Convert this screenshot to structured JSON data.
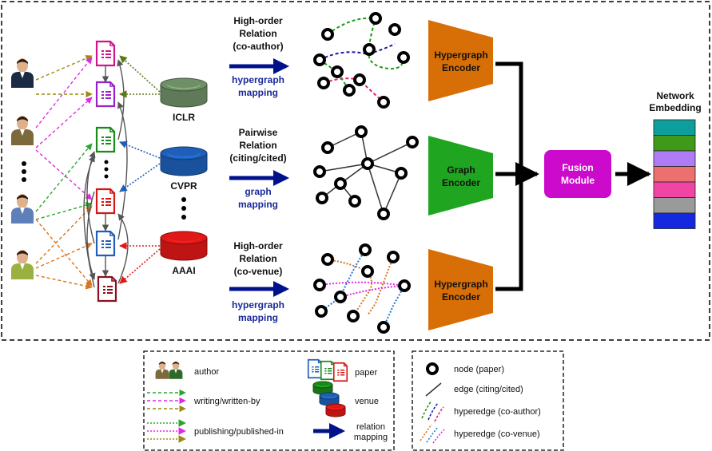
{
  "venues": [
    {
      "name": "ICLR",
      "color": "#6f8f67"
    },
    {
      "name": "CVPR",
      "color": "#1f5fb8"
    },
    {
      "name": "AAAI",
      "color": "#e01818"
    }
  ],
  "relations": [
    {
      "line1": "High-order",
      "line2": "Relation",
      "line3": "(co-author)",
      "mapping1": "hypergraph",
      "mapping2": "mapping"
    },
    {
      "line1": "Pairwise",
      "line2": "Relation",
      "line3": "(citing/cited)",
      "mapping1": "graph",
      "mapping2": "mapping"
    },
    {
      "line1": "High-order",
      "line2": "Relation",
      "line3": "(co-venue)",
      "mapping1": "hypergraph",
      "mapping2": "mapping"
    }
  ],
  "encoders": [
    {
      "line1": "Hypergraph",
      "line2": "Encoder",
      "color": "#d86f06"
    },
    {
      "line1": "Graph",
      "line2": "Encoder",
      "color": "#1fa51f"
    },
    {
      "line1": "Hypergraph",
      "line2": "Encoder",
      "color": "#d86f06"
    }
  ],
  "fusion": {
    "line1": "Fusion",
    "line2": "Module",
    "color": "#cc0acc"
  },
  "embedding": {
    "title1": "Network",
    "title2": "Embedding",
    "colors": [
      "#0f9e9e",
      "#3f9a1a",
      "#b07cf5",
      "#ec7070",
      "#f045a4",
      "#9a9a9a",
      "#1428e0"
    ]
  },
  "legend": {
    "author": "author",
    "writing": "writing/written-by",
    "publishing": "publishing/published-in",
    "paper": "paper",
    "venue": "venue",
    "relation1": "relation",
    "relation2": "mapping",
    "node": "node (paper)",
    "edge": "edge (citing/cited)",
    "hyperedge_author": "hyperedge (co-author)",
    "hyperedge_venue": "hyperedge (co-venue)"
  }
}
